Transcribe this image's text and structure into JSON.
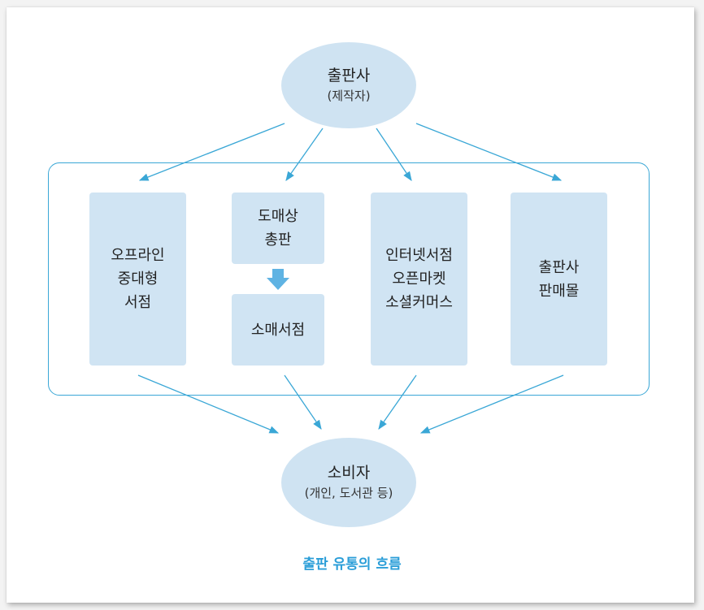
{
  "publisher": {
    "name": "출판사",
    "sub": "(제작자)"
  },
  "channels": {
    "offline": {
      "lines": [
        "오프라인",
        "중대형",
        "서점"
      ]
    },
    "wholesale": {
      "lines": [
        "도매상",
        "총판"
      ]
    },
    "retail": {
      "lines": [
        "소매서점"
      ]
    },
    "online": {
      "lines": [
        "인터넷서점",
        "오픈마켓",
        "소셜커머스"
      ]
    },
    "publisher_mall": {
      "lines": [
        "출판사",
        "판매몰"
      ]
    }
  },
  "consumer": {
    "name": "소비자",
    "sub": "(개인, 도서관 등)"
  },
  "caption": "출판 유통의 흐름",
  "colors": {
    "accent": "#2b9ed8",
    "box_fill": "#d0e4f3",
    "ellipse_fill": "#cfe3f2",
    "arrow": "#3aa7d6",
    "block_arrow": "#5fb3e3"
  }
}
